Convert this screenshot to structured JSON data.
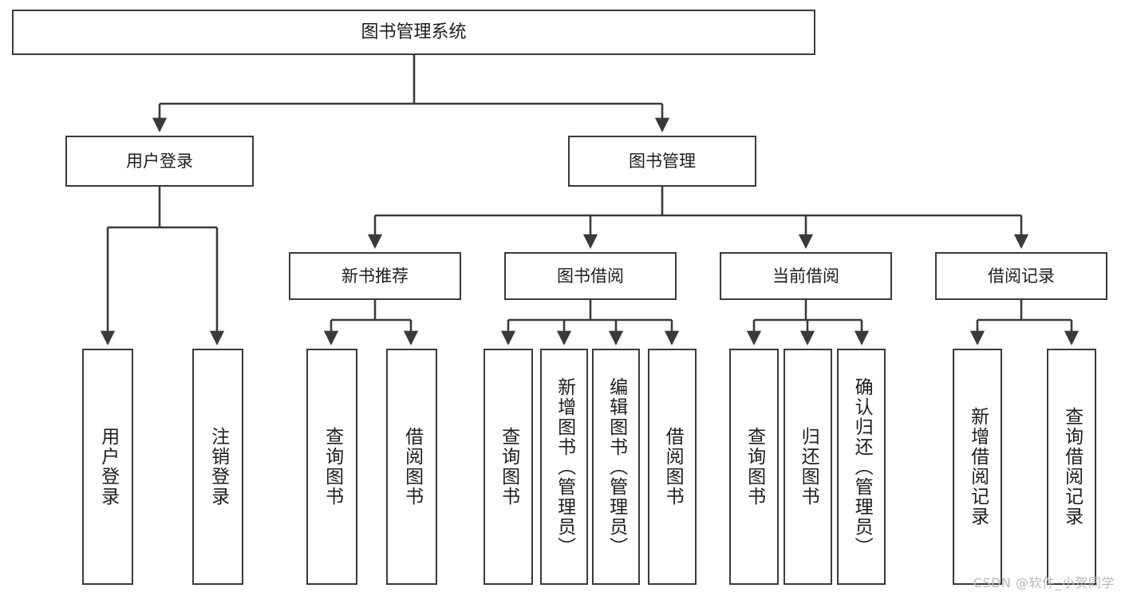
{
  "diagram": {
    "title": "图书管理系统",
    "type": "hierarchy-tree",
    "colors": {
      "stroke": "#3a3a3a",
      "fill": "#ffffff",
      "text": "#1d1d1d",
      "watermark": "#b9b9b9"
    },
    "root": {
      "label": "图书管理系统"
    },
    "level2": [
      {
        "label": "用户登录"
      },
      {
        "label": "图书管理"
      }
    ],
    "level3": [
      {
        "label": "新书推荐"
      },
      {
        "label": "图书借阅"
      },
      {
        "label": "当前借阅"
      },
      {
        "label": "借阅记录"
      }
    ],
    "leaves": {
      "user_login": [
        {
          "label": "用户登录"
        },
        {
          "label": "注销登录"
        }
      ],
      "new_book": [
        {
          "label": "查询图书"
        },
        {
          "label": "借阅图书"
        }
      ],
      "book_borrow": [
        {
          "label": "查询图书"
        },
        {
          "label": "新增图书（管理员）"
        },
        {
          "label": "编辑图书（管理员）"
        },
        {
          "label": "借阅图书"
        }
      ],
      "current_borrow": [
        {
          "label": "查询图书"
        },
        {
          "label": "归还图书"
        },
        {
          "label": "确认归还（管理员）"
        }
      ],
      "borrow_record": [
        {
          "label": "新增借阅记录"
        },
        {
          "label": "查询借阅记录"
        }
      ]
    },
    "watermark": "CSDN @软件_小贺同学"
  }
}
